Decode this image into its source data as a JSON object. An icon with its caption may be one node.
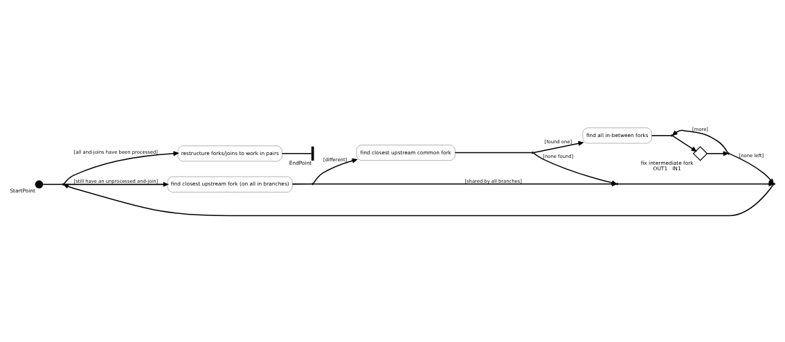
{
  "diagram": {
    "nodes": [
      {
        "text": [
          "StartPoint"
        ]
      },
      {
        "text": [
          "EndPoint"
        ]
      },
      {
        "text": [
          "restructure forks/joins to work in pairs"
        ]
      },
      {
        "text": [
          "find closest upstream fork (on all in branches)"
        ]
      },
      {
        "text": [
          "find closest upstream common fork"
        ]
      },
      {
        "text": [
          "fix intermediate fork"
        ],
        "beside": [
          "OUT1",
          "IN1"
        ]
      },
      {
        "text": [
          "find all in-between forks"
        ]
      },
      {
        "text": [],
        "shape": "point"
      },
      {
        "text": [],
        "shape": "point"
      },
      {
        "text": [],
        "shape": "point"
      },
      {
        "text": [],
        "shape": "point"
      },
      {
        "text": [],
        "shape": "point"
      },
      {
        "text": [],
        "shape": "point"
      },
      {
        "text": [],
        "shape": "point"
      }
    ],
    "edges": [
      {
        "from": 0,
        "to": 7,
        "arrow": "none"
      },
      {
        "from": 7,
        "to": 2,
        "arrow": "to",
        "label": "[all and-joins have been processed]"
      },
      {
        "from": 2,
        "to": 1,
        "arrow": "none"
      },
      {
        "from": 7,
        "to": 3,
        "arrow": "to",
        "label": "[still have an unprocessed and-join]"
      },
      {
        "from": 3,
        "to": 8,
        "arrow": "none"
      },
      {
        "from": 8,
        "to": 9,
        "arrow": "to",
        "label": "[shared by all branches]"
      },
      {
        "from": 9,
        "to": 10,
        "arrow": "to"
      },
      {
        "from": 10,
        "to": 7,
        "arrow": "to"
      },
      {
        "from": 8,
        "to": 4,
        "arrow": "to",
        "label": "[different]"
      },
      {
        "from": 4,
        "to": 11,
        "arrow": "none"
      },
      {
        "from": 11,
        "to": 9,
        "arrow": "to",
        "label": "[none found]"
      },
      {
        "from": 11,
        "to": 6,
        "arrow": "to",
        "label": "[found one]"
      },
      {
        "from": 6,
        "to": 13,
        "arrow": "none"
      },
      {
        "from": 13,
        "to": 5,
        "arrow": "to"
      },
      {
        "from": 5,
        "to": 12,
        "arrow": "to"
      },
      {
        "from": 12,
        "to": 13,
        "arrow": "to",
        "label": "[more]"
      },
      {
        "from": 12,
        "to": 10,
        "arrow": "to",
        "label": "[none left]"
      }
    ]
  }
}
